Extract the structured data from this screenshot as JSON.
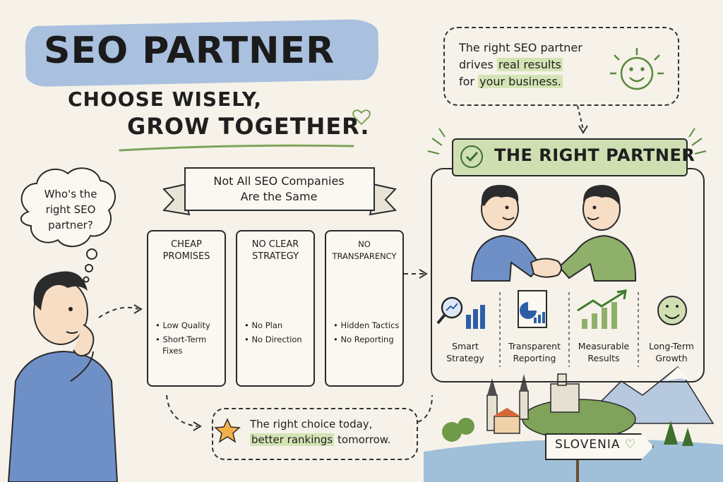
{
  "header": {
    "title": "SEO PARTNER",
    "subtitle_line1": "CHOOSE WISELY,",
    "subtitle_line2": "GROW TOGETHER."
  },
  "thought_bubble": {
    "line1": "Who's the",
    "line2": "right SEO",
    "line3": "partner?"
  },
  "banner": {
    "line1": "Not All SEO Companies",
    "line2": "Are the Same"
  },
  "cards": [
    {
      "title_line1": "CHEAP",
      "title_line2": "PROMISES",
      "bullets": [
        "• Low Quality",
        "• Short-Term",
        "  Fixes"
      ]
    },
    {
      "title_line1": "NO CLEAR",
      "title_line2": "STRATEGY",
      "bullets": [
        "• No Plan",
        "• No Direction"
      ]
    },
    {
      "title_line1": "NO TRANSPARENCY",
      "title_line2": "",
      "bullets": [
        "• Hidden Tactics",
        "• No Reporting"
      ]
    }
  ],
  "quote": {
    "line1": "The right SEO partner",
    "line2_pre": "drives ",
    "line2_hl": "real results",
    "line3_pre": "for ",
    "line3_hl": "your business."
  },
  "right_partner": {
    "title": "THE RIGHT PARTNER",
    "features": [
      {
        "line1": "Smart",
        "line2": "Strategy",
        "icon": "magnifier-chart-icon"
      },
      {
        "line1": "Transparent",
        "line2": "Reporting",
        "icon": "report-document-icon"
      },
      {
        "line1": "Measurable",
        "line2": "Results",
        "icon": "growth-chart-icon"
      },
      {
        "line1": "Long-Term",
        "line2": "Growth",
        "icon": "smiley-icon"
      }
    ]
  },
  "bottom_note": {
    "line1": "The right choice today,",
    "line2_hl": "better rankings",
    "line2_post": " tomorrow."
  },
  "sign": {
    "label": "SLOVENIA"
  },
  "colors": {
    "background": "#f6f2e9",
    "title_wash": "#9bb7dc",
    "accent_green": "#cfdfb2",
    "sad_face": "#e8894a",
    "shirt_blue": "#6f8fc7",
    "shirt_green": "#8fb06a"
  }
}
